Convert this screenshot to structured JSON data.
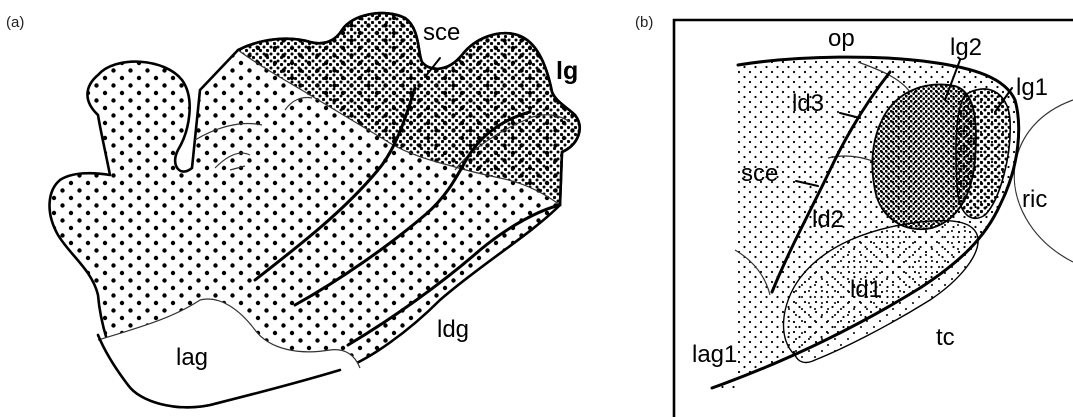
{
  "panel_a": {
    "tag": "(a)",
    "labels": {
      "sce": "sce",
      "lg": "lg",
      "lag": "lag",
      "ldg": "ldg"
    }
  },
  "panel_b": {
    "tag": "(b)",
    "labels": {
      "op": "op",
      "lg2": "lg2",
      "lg1": "lg1",
      "ld3": "ld3",
      "sce": "sce",
      "ld2": "ld2",
      "ric": "ric",
      "ld1": "ld1",
      "lag1": "lag1",
      "tc": "tc"
    }
  }
}
